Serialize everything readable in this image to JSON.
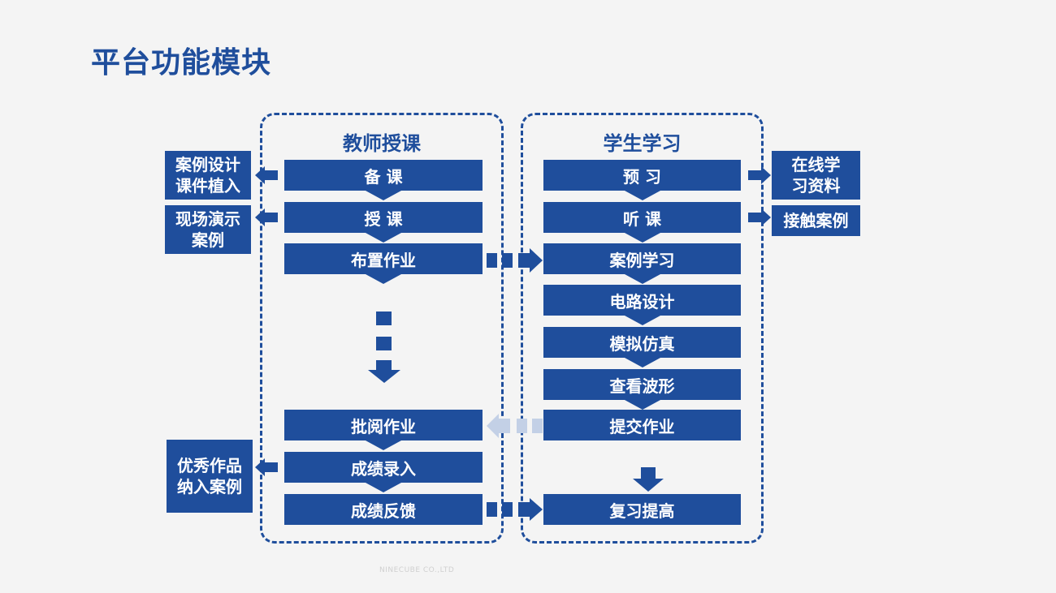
{
  "title": "平台功能模块",
  "teacher": {
    "title": "教师授课",
    "steps": [
      "备 课",
      "授 课",
      "布置作业",
      "批阅作业",
      "成绩录入",
      "成绩反馈"
    ]
  },
  "student": {
    "title": "学生学习",
    "steps": [
      "预 习",
      "听 课",
      "案例学习",
      "电路设计",
      "模拟仿真",
      "查看波形",
      "提交作业",
      "复习提高"
    ]
  },
  "side_left": [
    {
      "line1": "案例设计",
      "line2": "课件植入"
    },
    {
      "line1": "现场演示",
      "line2": "案例"
    },
    {
      "line1": "优秀作品",
      "line2": "纳入案例"
    }
  ],
  "side_right": [
    {
      "line1": "在线学",
      "line2": "习资料"
    },
    {
      "line1": "接触案例"
    }
  ],
  "footer": "NINECUBE CO.,LTD",
  "colors": {
    "primary": "#1f4e9c",
    "background": "#f4f4f4"
  }
}
